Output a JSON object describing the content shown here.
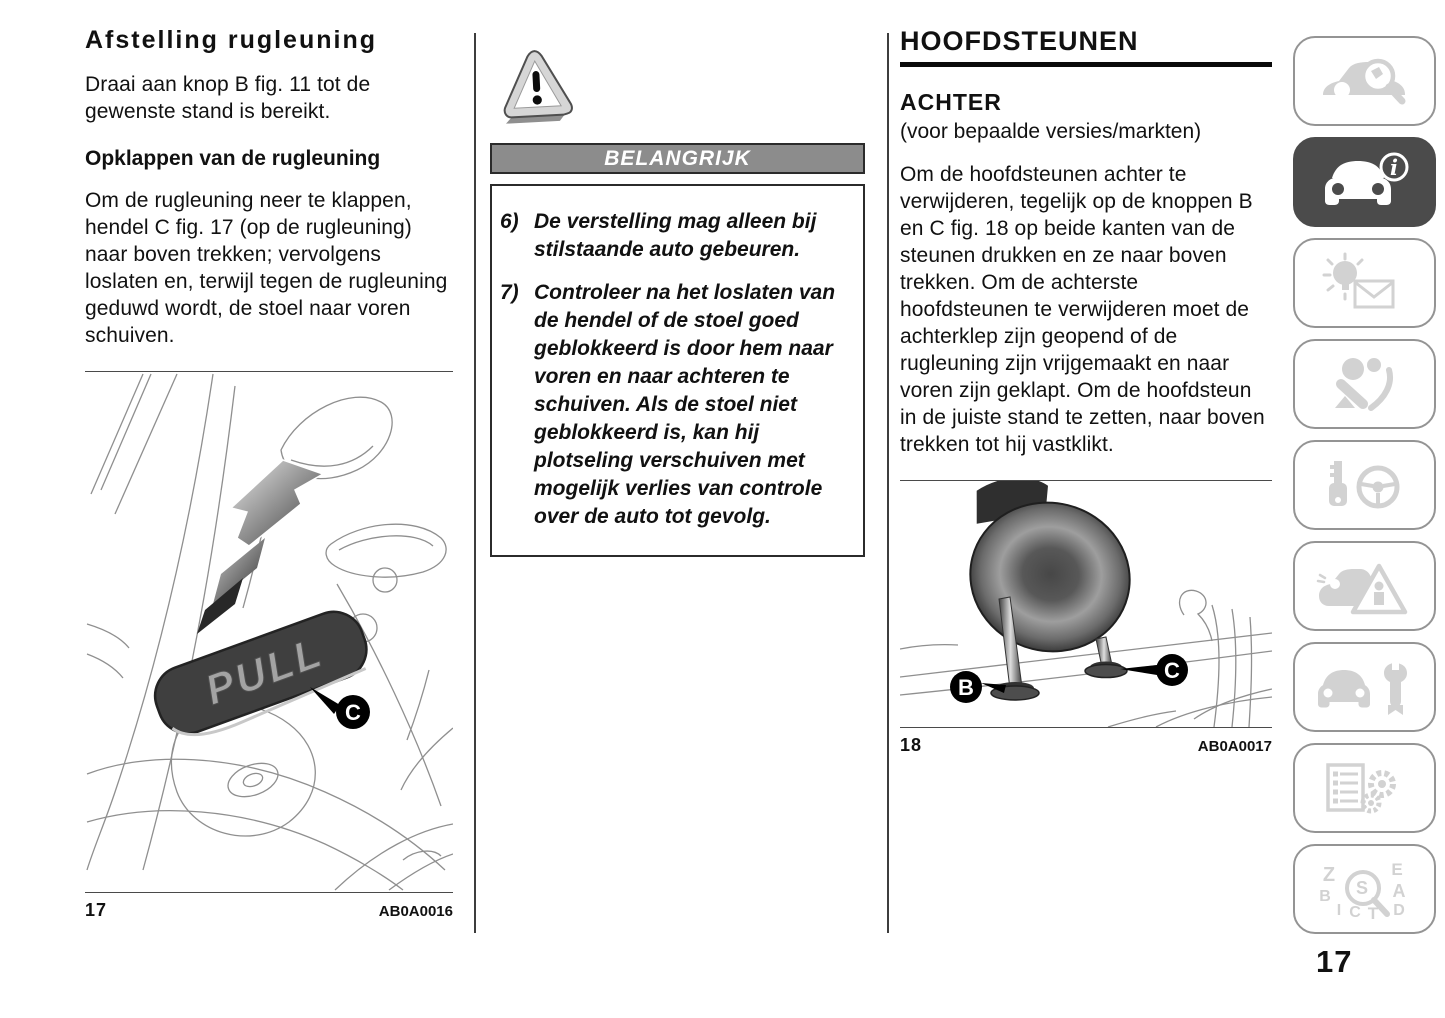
{
  "page": {
    "number": "17"
  },
  "left_column": {
    "title": "Afstelling rugleuning",
    "para1": "Draai aan knop B fig. 11 tot de gewenste stand is bereikt.",
    "subheading": "Opklappen van de rugleuning",
    "para2": "Om de rugleuning neer te klappen, hendel C fig. 17 (op de rugleuning) naar boven trekken; vervolgens loslaten en, terwijl tegen de rugleuning geduwd wordt, de stoel naar voren schuiven.",
    "figure": {
      "number": "17",
      "code": "AB0A0016",
      "handle_label": "PULL",
      "callout_c": "C"
    }
  },
  "middle_column": {
    "warning_icon": "warning-triangle-icon",
    "banner": "BELANGRIJK",
    "items": [
      {
        "num": "6)",
        "text": "De verstelling mag alleen bij stilstaande auto gebeuren."
      },
      {
        "num": "7)",
        "text": "Controleer na het loslaten van de hendel of de stoel goed geblokkeerd is door hem naar voren en naar achteren te schuiven. Als de stoel niet geblokkeerd is, kan hij plotseling verschuiven met mogelijk verlies van controle over de auto tot gevolg."
      }
    ]
  },
  "right_column": {
    "title": "HOOFDSTEUNEN",
    "subtitle": "ACHTER",
    "subtitle_note": "(voor bepaalde versies/markten)",
    "para": "Om de hoofdsteunen achter te verwijderen, tegelijk op de knoppen B en C fig. 18 op beide kanten van de steunen drukken en ze naar boven trekken. Om de achterste hoofdsteunen te verwijderen moet de achterklep zijn geopend of de rugleuning zijn vrijgemaakt en naar voren zijn geklapt. Om de hoofdsteun in de juiste stand te zetten, naar boven trekken tot hij vastklikt.",
    "figure": {
      "number": "18",
      "code": "AB0A0017",
      "callout_b": "B",
      "callout_c": "C"
    }
  },
  "sidebar": {
    "items": [
      {
        "icon": "car-magnifier-icon",
        "active": false
      },
      {
        "icon": "car-info-icon",
        "active": true
      },
      {
        "icon": "bulb-envelope-icon",
        "active": false
      },
      {
        "icon": "airbag-seatbelt-icon",
        "active": false
      },
      {
        "icon": "key-steering-wheel-icon",
        "active": false
      },
      {
        "icon": "car-warning-triangle-icon",
        "active": false
      },
      {
        "icon": "car-wrench-icon",
        "active": false
      },
      {
        "icon": "list-gears-icon",
        "active": false
      },
      {
        "icon": "letters-magnifier-icon",
        "active": false,
        "letters": [
          "Z",
          "E",
          "S",
          "B",
          "A",
          "I",
          "C",
          "T",
          "D"
        ]
      }
    ]
  },
  "colors": {
    "active_tab_bg": "#4b4b4b",
    "banner_bg": "#8c8c8c",
    "inactive_icon": "#d2d2d2",
    "text": "#111111"
  }
}
